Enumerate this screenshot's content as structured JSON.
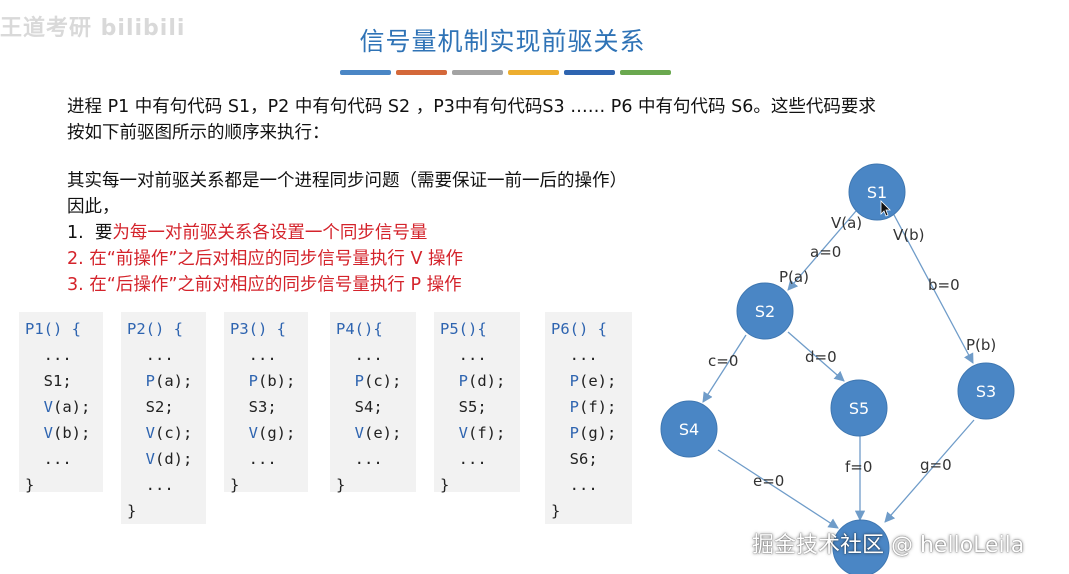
{
  "watermark": "王道考研 bilibili",
  "title": "信号量机制实现前驱关系",
  "color_bars": [
    "#4a86c5",
    "#d4683a",
    "#a3a3a3",
    "#edae2f",
    "#2e64b0",
    "#6aa84f"
  ],
  "intro": {
    "line1": "进程 P1 中有句代码 S1，P2 中有句代码 S2 ，P3中有句代码S3 …… P6 中有句代码 S6。这些代码要求",
    "line2": "按如下前驱图所示的顺序来执行："
  },
  "explain": {
    "line1": "其实每一对前驱关系都是一个进程同步问题（需要保证一前一后的操作）",
    "line2": "因此，",
    "item1_num": "1.",
    "item1_black": "要",
    "item1_red": "为每一对前驱关系各设置一个同步信号量",
    "item2": "2.  在“前操作”之后对相应的同步信号量执行 V 操作",
    "item3": "3.  在“后操作”之前对相应的同步信号量执行 P 操作"
  },
  "code": [
    {
      "head": "P1() {",
      "lines": [
        "  ...",
        "  S1;",
        "  V(a);",
        "  V(b);",
        "  ...",
        "}"
      ]
    },
    {
      "head": "P2() {",
      "lines": [
        "  ...",
        "  P(a);",
        "  S2;",
        "  V(c);",
        "  V(d);",
        "  ...",
        "}"
      ]
    },
    {
      "head": "P3() {",
      "lines": [
        "  ...",
        "  P(b);",
        "  S3;",
        "  V(g);",
        "  ...",
        "}"
      ]
    },
    {
      "head": "P4(){",
      "lines": [
        "  ...",
        "  P(c);",
        "  S4;",
        "  V(e);",
        "  ...",
        "}"
      ]
    },
    {
      "head": "P5(){",
      "lines": [
        "  ...",
        "  P(d);",
        "  S5;",
        "  V(f);",
        "  ...",
        "}"
      ]
    },
    {
      "head": "P6() {",
      "lines": [
        "  ...",
        "  P(e);",
        "  P(f);",
        "  P(g);",
        "  S6;",
        "  ...",
        "}"
      ]
    }
  ],
  "graph": {
    "nodes": {
      "s1": "S1",
      "s2": "S2",
      "s3": "S3",
      "s4": "S4",
      "s5": "S5"
    },
    "labels": {
      "va": "V(a)",
      "vb": "V(b)",
      "a0": "a=0",
      "pa": "P(a)",
      "b0": "b=0",
      "pb": "P(b)",
      "c0": "c=0",
      "d0": "d=0",
      "e0": "e=0",
      "f0": "f=0",
      "g0": "g=0"
    },
    "node_color": "#4a86c5",
    "edge_color": "#6f9cc9"
  },
  "brand": "掘金技术社区 @ helloLeila"
}
